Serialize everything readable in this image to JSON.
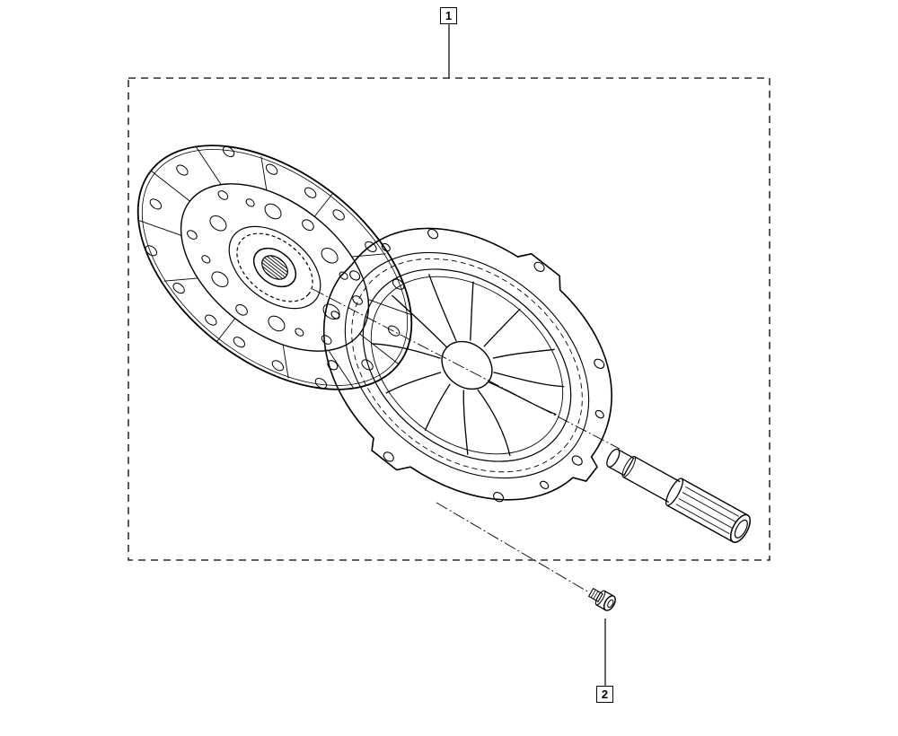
{
  "diagram": {
    "type": "exploded-parts-view",
    "subject": "clutch kit",
    "colors": {
      "line": "#000000",
      "background": "#ffffff"
    },
    "callouts": [
      {
        "number": "1",
        "refers_to": "clutch kit assembly (dashed group frame)"
      },
      {
        "number": "2",
        "refers_to": "pressure plate bolt"
      }
    ],
    "parts": [
      {
        "id": "clutch-disc",
        "description": "clutch friction disc with splined hub"
      },
      {
        "id": "pressure-plate",
        "description": "clutch cover / pressure plate with diaphragm spring"
      },
      {
        "id": "alignment-tool",
        "description": "clutch centering / alignment shaft"
      },
      {
        "id": "bolt",
        "description": "socket head bolt"
      }
    ]
  }
}
